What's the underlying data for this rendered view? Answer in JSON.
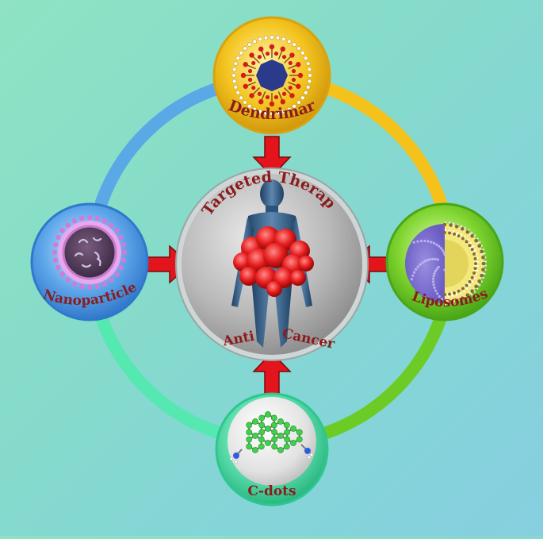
{
  "diagram": {
    "center": {
      "title": "Targeted Therapy",
      "subtitle_left": "Anti",
      "subtitle_right": "Cancer"
    },
    "nodes": {
      "top": "Dendrimar",
      "right": "Liposomes",
      "bottom": "C-dots",
      "left": "Nanoparticle"
    },
    "colors": {
      "label_text": "#8a1c1c",
      "arrow": "#e3141b",
      "ring_top_left": "#5ba8e6",
      "ring_top_right": "#f4c21a",
      "ring_bottom_right": "#6ccc25",
      "ring_bottom_left": "#55e8b0",
      "node_top": "#f2c21c",
      "node_right": "#78d22b",
      "node_bottom": "#56d9a6",
      "node_left": "#5aa3e8"
    },
    "icons": {
      "top": "dendrimer-icon",
      "right": "liposome-icon",
      "bottom": "carbon-dot-molecule-icon",
      "left": "nanoparticle-icon",
      "center": "human-body-tumor-icon"
    }
  }
}
